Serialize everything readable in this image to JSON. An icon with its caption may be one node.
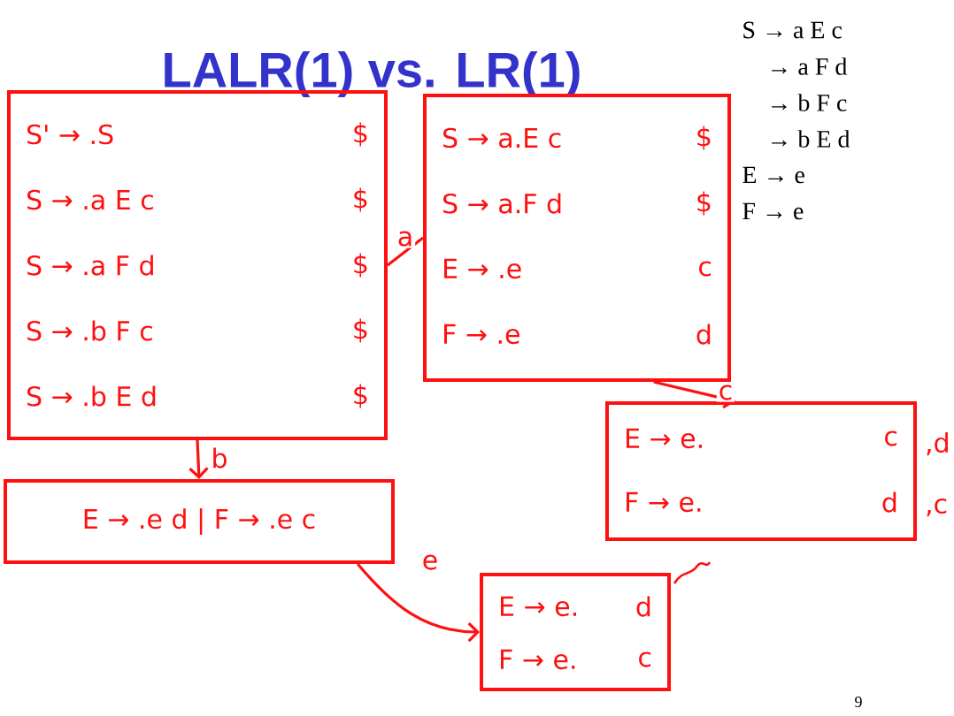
{
  "diagram": {
    "title": "LALR(1) vs. LR(1)",
    "nodes": [
      {
        "text": [
          "S' → .S",
          "$",
          "S → .a E c",
          "$",
          "S → .a F d",
          "$",
          "S → .b F c",
          "$",
          "S → .b E d",
          "$"
        ]
      },
      {
        "text": [
          "S → a.E c",
          "$",
          "S → a.F d",
          "$",
          "E → .e",
          "c",
          "F → .e",
          "d"
        ]
      },
      {
        "text": [
          "E → e.",
          "c",
          "F → e.",
          "d"
        ],
        "beside": [
          ",d",
          ",c"
        ]
      },
      {
        "text": [
          "E → .e d | F → .e c"
        ]
      },
      {
        "text": [
          "E → e.",
          "d",
          "F → e.",
          "c"
        ]
      }
    ],
    "edges": [
      {
        "from": 0,
        "to": 1,
        "arrow": "none",
        "label": "a"
      },
      {
        "from": 1,
        "to": 2,
        "arrow": "to",
        "label": "c"
      },
      {
        "from": 0,
        "to": 3,
        "arrow": "to",
        "label": "b"
      },
      {
        "from": 3,
        "to": 4,
        "arrow": "to",
        "label": "e"
      }
    ],
    "labels": [
      "S → a E c",
      "→ a F d",
      "→ b F c",
      "→ b E d",
      "E → e",
      "F → e",
      "9"
    ]
  }
}
